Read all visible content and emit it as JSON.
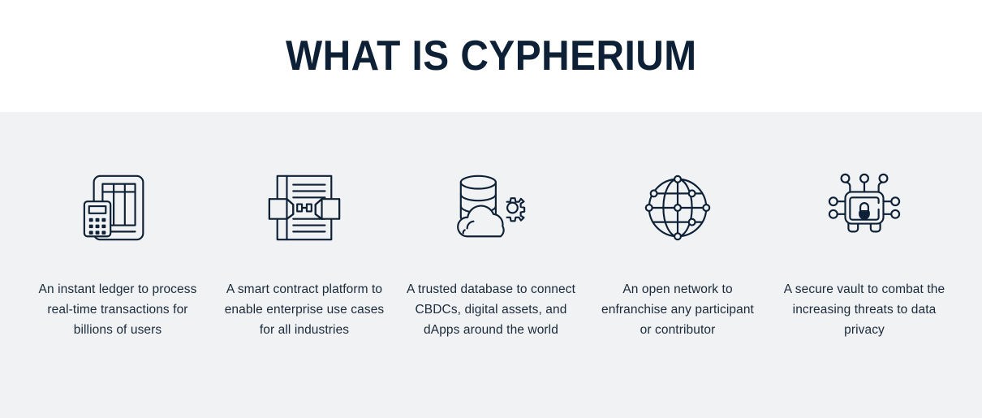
{
  "header": {
    "title": "WHAT IS CYPHERIUM",
    "title_color": "#0d2035",
    "background_color": "#ffffff"
  },
  "section": {
    "background_color": "#f1f2f4",
    "text_color": "#1a2a3a"
  },
  "features": [
    {
      "icon": "ledger-tablet-calculator-icon",
      "caption": "An instant ledger to process real-time transactions for billions of users"
    },
    {
      "icon": "smart-contract-document-blocks-icon",
      "caption": "A smart contract platform to enable enterprise use cases for all industries"
    },
    {
      "icon": "database-cloud-gear-icon",
      "caption": "A trusted database to connect CBDCs, digital assets, and dApps around the world"
    },
    {
      "icon": "network-globe-nodes-icon",
      "caption": "An open network to enfranchise any participant or contributor"
    },
    {
      "icon": "secure-chip-lock-icon",
      "caption": "A secure vault to combat the increasing threats to data privacy"
    }
  ]
}
